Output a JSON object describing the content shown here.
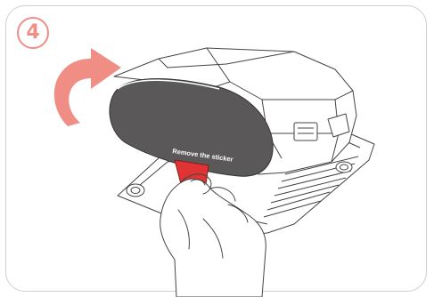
{
  "step": {
    "number": "4"
  },
  "sticker": {
    "label": "Remove the sticker"
  },
  "colors": {
    "accent": "#f08d84",
    "sticker": "#5a5858",
    "tab": "#e03434",
    "line": "#444444",
    "frame": "#cfcfcf"
  },
  "icons": {
    "step_badge": "number-4-circle",
    "arrow": "curved-up-arrow",
    "device": "dash-cam-device",
    "mount": "adhesive-mount-plate",
    "hand": "hand"
  }
}
